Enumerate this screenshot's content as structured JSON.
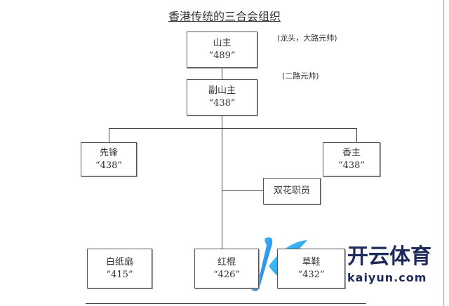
{
  "title": "香港传统的三合会组织",
  "notes": {
    "top": "(龙头，大路元帅)",
    "second": "(二路元帅)"
  },
  "boxes": {
    "shanzhu": {
      "name": "山主",
      "code": "“489”"
    },
    "fushanzhu": {
      "name": "副山主",
      "code": "“438”"
    },
    "xianfeng": {
      "name": "先锋",
      "code": "“438”"
    },
    "xiangzhu": {
      "name": "香主",
      "code": "“438”"
    },
    "shuanghua": {
      "name": "双花职员"
    },
    "baizhishan": {
      "name": "白纸扇",
      "code": "“415”"
    },
    "honggun": {
      "name": "红棍",
      "code": "“426”"
    },
    "caoxie": {
      "name": "草鞋",
      "code": "“432”"
    }
  },
  "watermark": {
    "brand": "开云体育",
    "url": "kaiyun.com"
  }
}
